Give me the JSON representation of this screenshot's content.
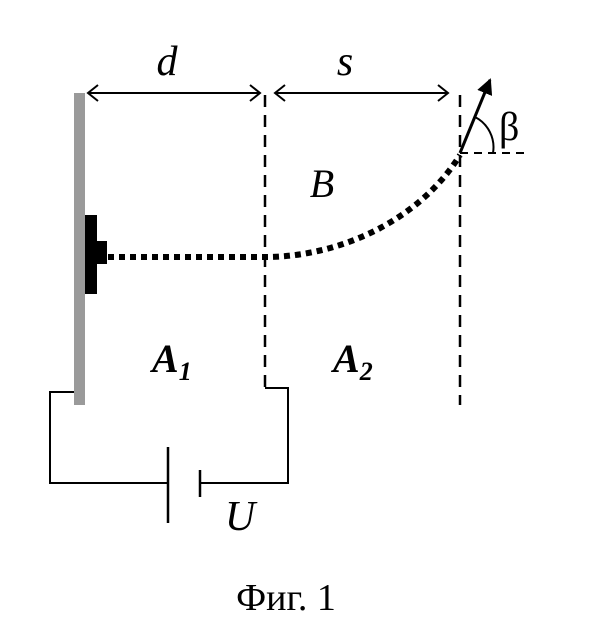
{
  "figure": {
    "caption": "Фиг. 1"
  },
  "labels": {
    "distance_d": "d",
    "distance_s": "s",
    "angle": "β",
    "region_b": "B",
    "region_a1_letter": "A",
    "region_a1_sub": "1",
    "region_a2_letter": "A",
    "region_a2_sub": "2",
    "voltage": "U"
  },
  "colors": {
    "ink": "#000000",
    "cathode_plate": "#9a9a9a",
    "background": "#ffffff"
  }
}
